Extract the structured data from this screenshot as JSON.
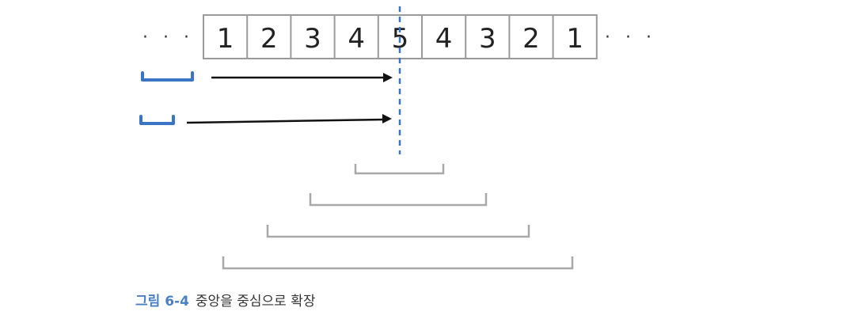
{
  "array": {
    "cells": [
      "1",
      "2",
      "3",
      "4",
      "5",
      "4",
      "3",
      "2",
      "1"
    ],
    "left_ellipsis": "· · ·",
    "right_ellipsis": "· · ·"
  },
  "caption": {
    "figure_label": "그림 6-4",
    "text": "중앙을 중심으로 확장"
  },
  "colors": {
    "accent": "#3a74c4",
    "grid": "#9a9a9a",
    "bracket": "#a8a8a8",
    "arrow": "#111111"
  }
}
